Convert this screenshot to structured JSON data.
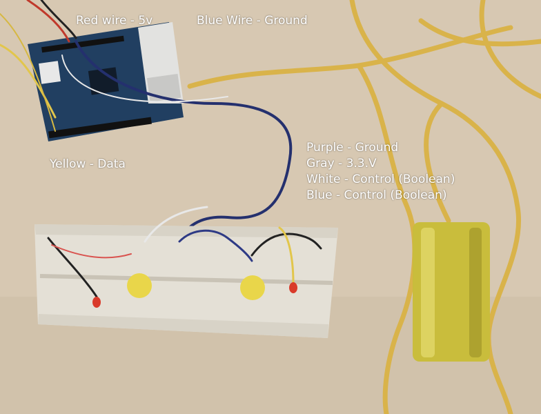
{
  "scene": {
    "description_labels": {
      "red_wire": "Red wire - 5v",
      "blue_wire": "Blue Wire - Ground",
      "yellow": "Yellow - Data",
      "pin_list": [
        "Purple - Ground",
        "Gray - 3.3.V",
        "White - Control (Boolean)",
        "Blue - Control (Boolean)"
      ]
    },
    "colors": {
      "table": "#d6c7b1",
      "board": "#1f3b5c",
      "cable_yellow": "#d9b34a",
      "power_bank": "#c9bd3c",
      "breadboard": "#e4e0d6",
      "button_yellow": "#e9d64a",
      "led_red": "#d93a2a"
    }
  }
}
